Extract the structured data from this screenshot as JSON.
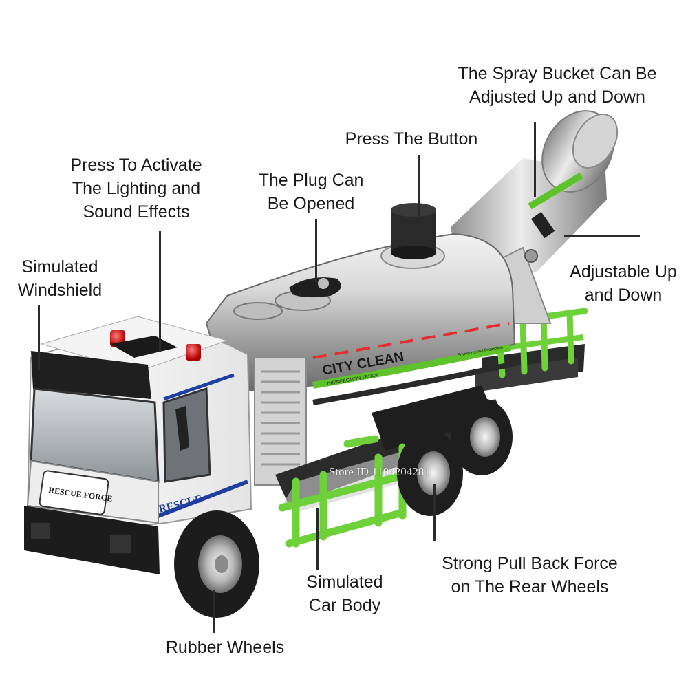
{
  "callouts": {
    "spray_bucket": [
      "The Spray Bucket Can Be",
      "Adjusted Up and Down"
    ],
    "press_button": [
      "Press The Button"
    ],
    "activate_lighting": [
      "Press To Activate",
      "The Lighting and",
      "Sound Effects"
    ],
    "plug_opened": [
      "The Plug Can",
      "Be Opened"
    ],
    "windshield": [
      "Simulated",
      "Windshield"
    ],
    "adjustable": [
      "Adjustable Up",
      "and Down"
    ],
    "pull_back": [
      "Strong Pull Back Force",
      "on The Rear Wheels"
    ],
    "car_body": [
      "Simulated",
      "Car Body"
    ],
    "rubber_wheels": [
      "Rubber Wheels"
    ]
  },
  "truck_text": {
    "tank_brand": "CITY CLEAN",
    "tank_sub": "DISINFECTION TRUCK",
    "tank_tag": "Environmental Protection",
    "grille_badge": "RESCUE FORCE",
    "door_text": "RESCUE"
  },
  "watermark": "Store ID 1104204281"
}
